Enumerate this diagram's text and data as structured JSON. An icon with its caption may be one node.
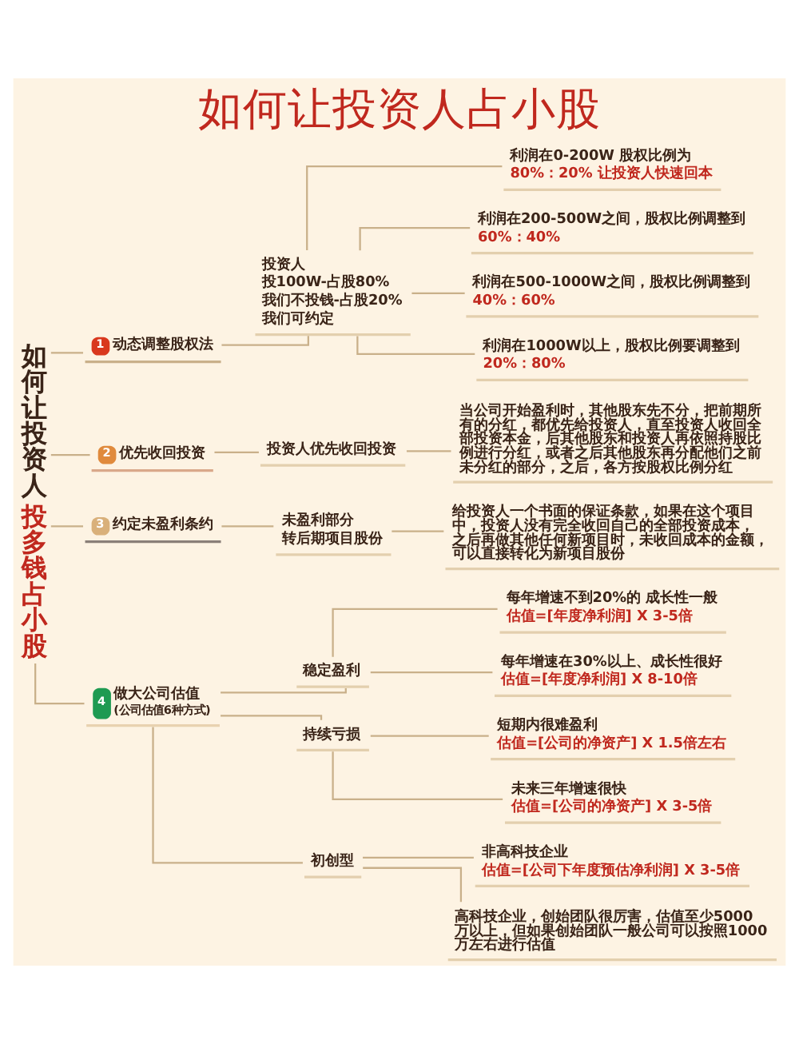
{
  "diagram": {
    "title": "如何让投资人占小股",
    "nodes": [
      {
        "text": [
          "如何让投资人",
          "投多钱占小股"
        ]
      },
      {
        "text": [
          "1",
          "动态调整股权法"
        ]
      },
      {
        "text": [
          "投资人",
          "投100W-占股80%",
          "我们不投钱-占股20%",
          "我们可约定"
        ]
      },
      {
        "text": [
          "利润在0-200W 股权比例为",
          "80%：20% 让投资人快速回本"
        ]
      },
      {
        "text": [
          "利润在200-500W之间，股权比例调整到",
          "60%：40%"
        ]
      },
      {
        "text": [
          "利润在500-1000W之间，股权比例调整到",
          "40%：60%"
        ]
      },
      {
        "text": [
          "利润在1000W以上，股权比例要调整到",
          "20%：80%"
        ]
      },
      {
        "text": [
          "2",
          "优先收回投资"
        ]
      },
      {
        "text": [
          "投资人优先收回投资"
        ]
      },
      {
        "text": [
          "当公司开始盈利时，其他股东先不分，把前期所有的分红，都优先给投资人，直至投资人收回全部投资本金，后其他股东和投资人再依照持股比例进行分红，或者之后其他股东再分配他们之前未分红的部分，之后，各方按股权比例分红"
        ]
      },
      {
        "text": [
          "3",
          "约定未盈利条约"
        ]
      },
      {
        "text": [
          "未盈利部分",
          "转后期项目股份"
        ]
      },
      {
        "text": [
          "给投资人一个书面的保证条款，如果在这个项目中，投资人没有完全收回自己的全部投资成本，之后再做其他任何新项目时，未收回成本的金额，可以直接转化为新项目股份"
        ]
      },
      {
        "text": [
          "4",
          "做大公司估值",
          "(公司估值6种方式)"
        ]
      },
      {
        "text": [
          "稳定盈利"
        ]
      },
      {
        "text": [
          "每年增速不到20%的 成长性一般",
          "估值=[年度净利润] X 3-5倍"
        ]
      },
      {
        "text": [
          "每年增速在30%以上、成长性很好",
          "估值=[年度净利润] X 8-10倍"
        ]
      },
      {
        "text": [
          "持续亏损"
        ]
      },
      {
        "text": [
          "短期内很难盈利",
          "估值=[公司的净资产] X 1.5倍左右"
        ]
      },
      {
        "text": [
          "未来三年增速很快",
          "估值=[公司的净资产] X 3-5倍"
        ]
      },
      {
        "text": [
          "初创型"
        ]
      },
      {
        "text": [
          "非高科技企业",
          "估值=[公司下年度预估净利润] X 3-5倍"
        ]
      },
      {
        "text": [
          "高科技企业，创始团队很厉害，估值至少5000万以上，但如果创始团队一般公司可以按照1000万左右进行估值"
        ]
      }
    ],
    "edges": [
      {
        "from": 0,
        "to": 1,
        "arrow": "none"
      },
      {
        "from": 0,
        "to": 7,
        "arrow": "none"
      },
      {
        "from": 0,
        "to": 10,
        "arrow": "none"
      },
      {
        "from": 0,
        "to": 13,
        "arrow": "none"
      },
      {
        "from": 1,
        "to": 2,
        "arrow": "none"
      },
      {
        "from": 2,
        "to": 3,
        "arrow": "none"
      },
      {
        "from": 2,
        "to": 4,
        "arrow": "none"
      },
      {
        "from": 2,
        "to": 5,
        "arrow": "none"
      },
      {
        "from": 2,
        "to": 6,
        "arrow": "none"
      },
      {
        "from": 7,
        "to": 8,
        "arrow": "none"
      },
      {
        "from": 8,
        "to": 9,
        "arrow": "none"
      },
      {
        "from": 10,
        "to": 11,
        "arrow": "none"
      },
      {
        "from": 11,
        "to": 12,
        "arrow": "none"
      },
      {
        "from": 13,
        "to": 14,
        "arrow": "none"
      },
      {
        "from": 13,
        "to": 17,
        "arrow": "none"
      },
      {
        "from": 13,
        "to": 20,
        "arrow": "none"
      },
      {
        "from": 14,
        "to": 15,
        "arrow": "none"
      },
      {
        "from": 14,
        "to": 16,
        "arrow": "none"
      },
      {
        "from": 17,
        "to": 18,
        "arrow": "none"
      },
      {
        "from": 17,
        "to": 19,
        "arrow": "none"
      },
      {
        "from": 20,
        "to": 21,
        "arrow": "none"
      },
      {
        "from": 20,
        "to": 22,
        "arrow": "none"
      }
    ]
  }
}
